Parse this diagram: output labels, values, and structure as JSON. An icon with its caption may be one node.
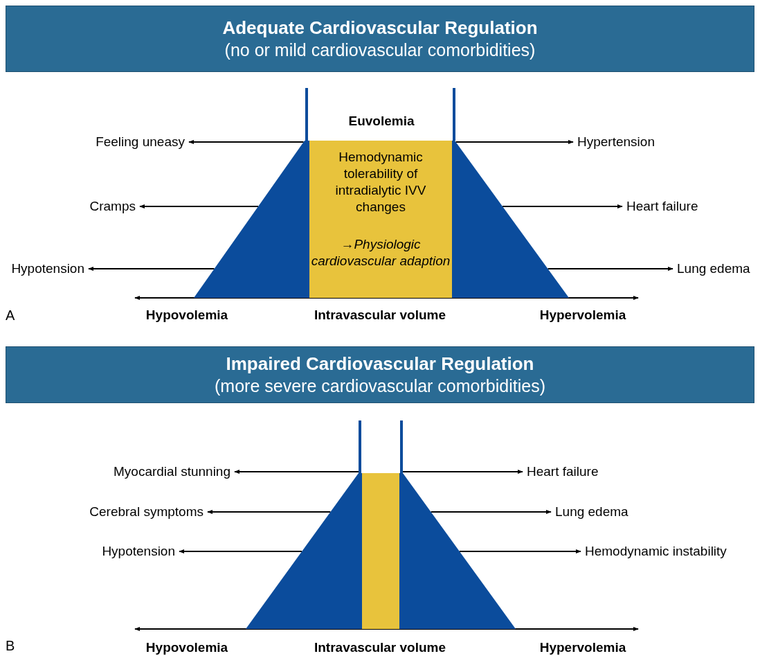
{
  "diagram": {
    "nodes": [
      {
        "text": [
          "Adequate Cardiovascular Regulation",
          "(no or mild cardiovascular comorbidities)"
        ]
      },
      {
        "text": [],
        "shape": "triangle"
      },
      {
        "text": [
          "Hemodynamic tolerability of intradialytic IVV changes",
          "→*Physiologic cardiovascular adaption*"
        ]
      },
      {
        "text": [],
        "shape": "triangle"
      },
      {
        "text": [
          "Feeling uneasy"
        ]
      },
      {
        "text": [
          "Cramps"
        ]
      },
      {
        "text": [
          "Hypotension"
        ]
      },
      {
        "text": [
          "Hypertension"
        ]
      },
      {
        "text": [
          "Heart failure"
        ]
      },
      {
        "text": [
          "Lung edema"
        ]
      },
      {
        "text": [
          "Impaired Cardiovascular Regulation",
          "(more severe cardiovascular comorbidities)"
        ]
      },
      {
        "text": [],
        "shape": "triangle"
      },
      {
        "text": [],
        "shape": "bar"
      },
      {
        "text": [],
        "shape": "triangle"
      },
      {
        "text": [
          "Myocardial stunning"
        ]
      },
      {
        "text": [
          "Cerebral symptoms"
        ]
      },
      {
        "text": [
          "Hypotension"
        ]
      },
      {
        "text": [
          "Heart failure"
        ]
      },
      {
        "text": [
          "Lung edema"
        ]
      },
      {
        "text": [
          "Hemodynamic instability"
        ]
      }
    ],
    "edges": [
      {
        "from": 1,
        "to": 4,
        "arrow": "to"
      },
      {
        "from": 1,
        "to": 5,
        "arrow": "to"
      },
      {
        "from": 1,
        "to": 6,
        "arrow": "to"
      },
      {
        "from": 3,
        "to": 7,
        "arrow": "to"
      },
      {
        "from": 3,
        "to": 8,
        "arrow": "to"
      },
      {
        "from": 3,
        "to": 9,
        "arrow": "to"
      },
      {
        "from": 11,
        "to": 14,
        "arrow": "to"
      },
      {
        "from": 11,
        "to": 15,
        "arrow": "to"
      },
      {
        "from": 11,
        "to": 16,
        "arrow": "to"
      },
      {
        "from": 13,
        "to": 17,
        "arrow": "to"
      },
      {
        "from": 13,
        "to": 18,
        "arrow": "to"
      },
      {
        "from": 13,
        "to": 19,
        "arrow": "to"
      }
    ],
    "labels": [
      "Euvolemia",
      "A",
      "Hypovolemia",
      "Intravascular volume",
      "Hypervolemia",
      "B",
      "Hypovolemia",
      "Intravascular volume",
      "Hypervolemia"
    ]
  }
}
